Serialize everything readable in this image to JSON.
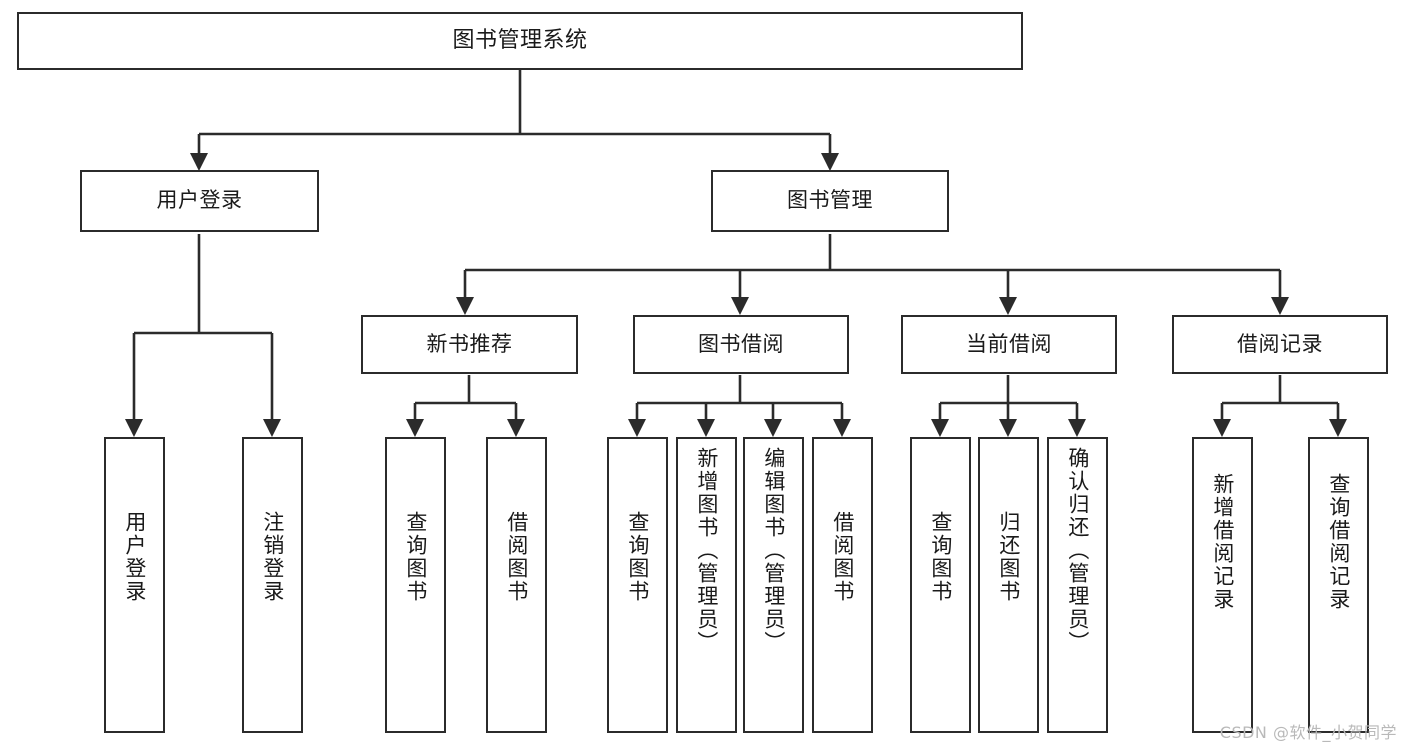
{
  "diagram": {
    "type": "tree",
    "title": "图书管理系统",
    "orientation": "top-down",
    "colors": {
      "background": "#ffffff",
      "box_fill": "#ffffff",
      "box_stroke": "#2b2b2b",
      "connector": "#2b2b2b",
      "text": "#1a1a1a",
      "watermark": "#b9b9b9"
    }
  },
  "watermark": "CSDN @软件_小贺同学",
  "nodes": {
    "root": {
      "label": "图书管理系统"
    },
    "level2": [
      {
        "label": "用户登录"
      },
      {
        "label": "图书管理"
      }
    ],
    "level3": [
      {
        "label": "新书推荐"
      },
      {
        "label": "图书借阅"
      },
      {
        "label": "当前借阅"
      },
      {
        "label": "借阅记录"
      }
    ],
    "leaves": {
      "user_login": [
        {
          "label": "用户登录"
        },
        {
          "label": "注销登录"
        }
      ],
      "new_book_recommend": [
        {
          "label": "查询图书"
        },
        {
          "label": "借阅图书"
        }
      ],
      "book_borrow": [
        {
          "label": "查询图书"
        },
        {
          "label": "新增图书（管理员）"
        },
        {
          "label": "编辑图书（管理员）"
        },
        {
          "label": "借阅图书"
        }
      ],
      "current_borrow": [
        {
          "label": "查询图书"
        },
        {
          "label": "归还图书"
        },
        {
          "label": "确认归还（管理员）"
        }
      ],
      "borrow_record": [
        {
          "label": "新增借阅记录"
        },
        {
          "label": "查询借阅记录"
        }
      ]
    }
  }
}
